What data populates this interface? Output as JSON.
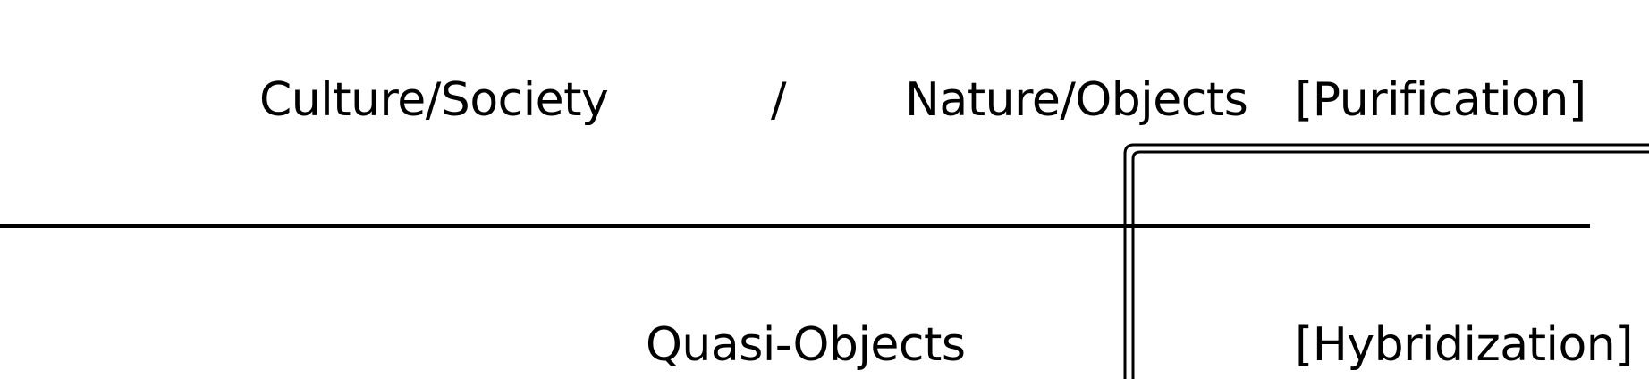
{
  "diagram": {
    "top_row": {
      "left_label": "Culture/Society",
      "separator": "/",
      "right_label": "Nature/Objects",
      "mode_label": "[Purification]"
    },
    "bottom_row": {
      "left_label": "Quasi-Objects",
      "mode_label": "[Hybridization]"
    },
    "colors": {
      "ink": "#000000",
      "background": "#ffffff"
    }
  }
}
